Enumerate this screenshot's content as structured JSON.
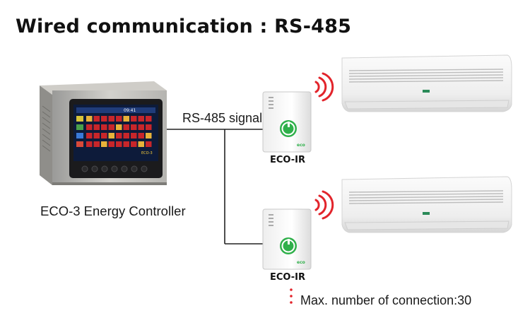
{
  "title": "Wired communication : RS-485",
  "signal_label": "RS-485 signal",
  "controller": {
    "label": "ECO-3 Energy Controller",
    "screen_time": "09:41",
    "screen_label": "ECO-3"
  },
  "eco_ir_units": [
    {
      "label": "ECO-IR",
      "brand": "eco"
    },
    {
      "label": "ECO-IR",
      "brand": "eco"
    }
  ],
  "note": "Max. number of connection:30",
  "colors": {
    "wire": "#222222",
    "signal_waves": "#e2242b",
    "note_dots": "#e2242b",
    "eco_green": "#2fb04a"
  },
  "icons": [
    "power-cycle-icon",
    "wireless-signal-icon"
  ]
}
